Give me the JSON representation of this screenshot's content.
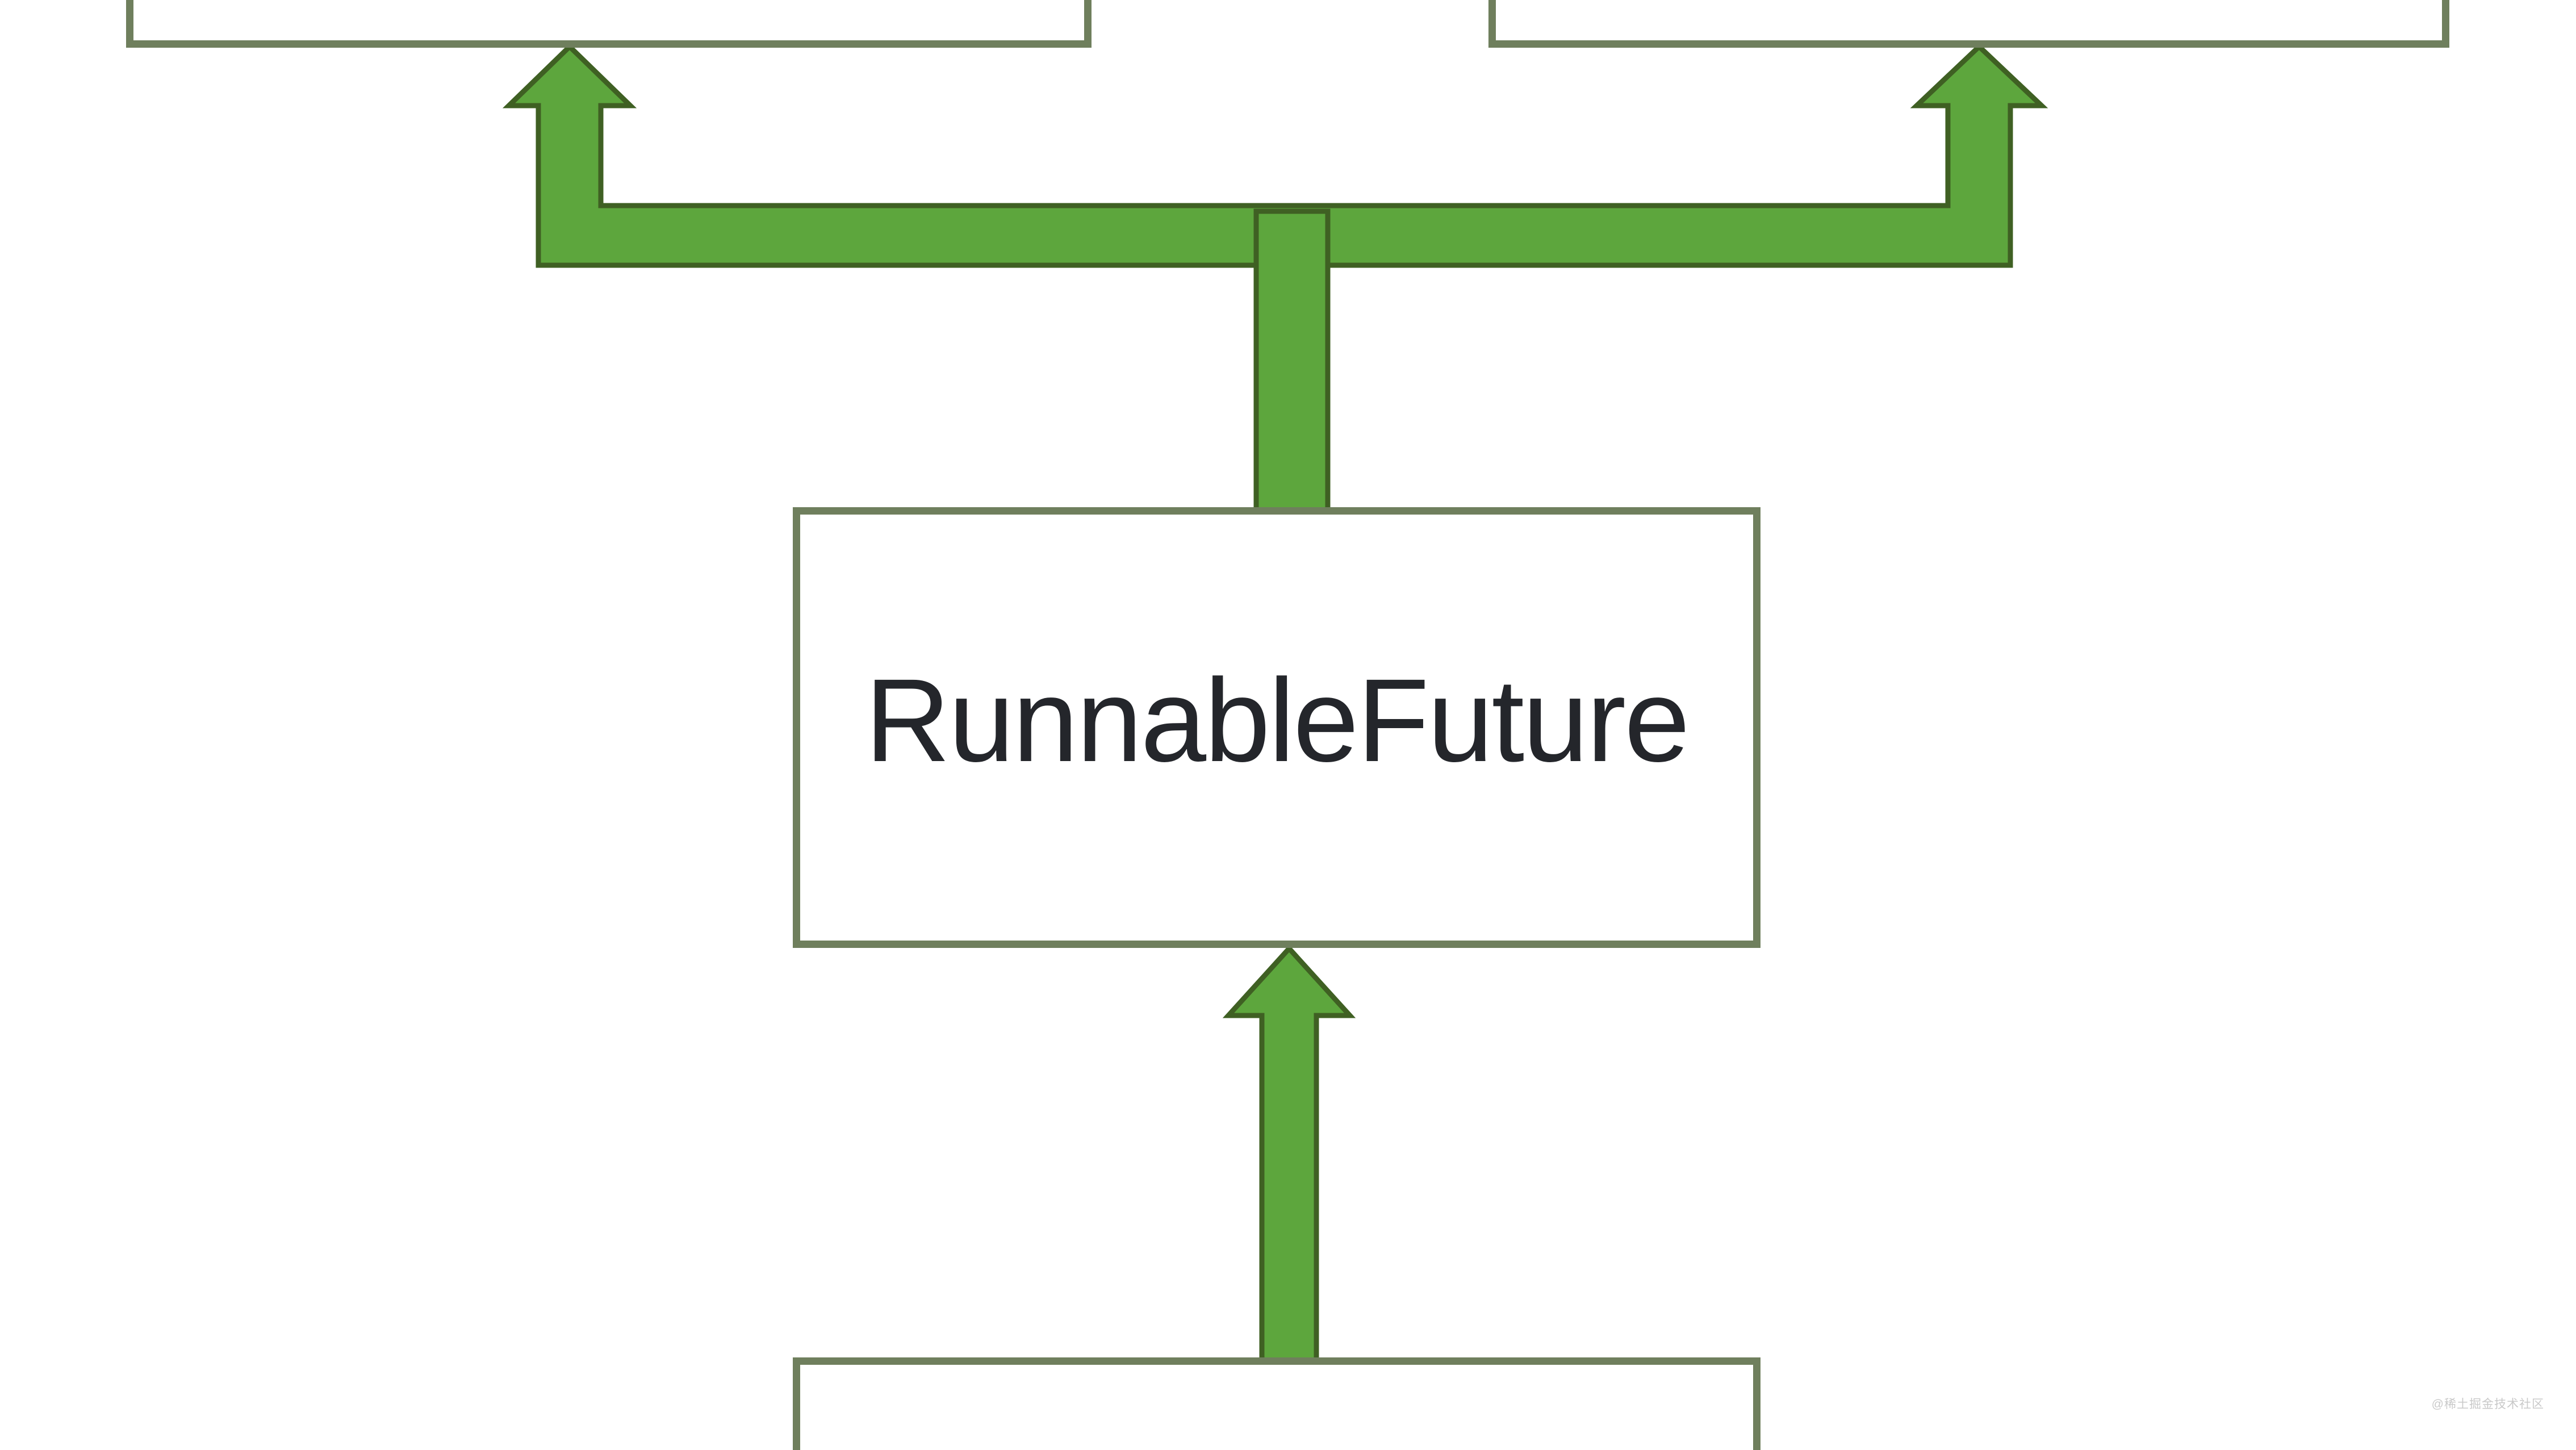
{
  "page": {
    "background_color": "#ffffff",
    "watermark": "@稀土掘金技术社区",
    "watermark_color": "#c9c9c9"
  },
  "diagram": {
    "type": "inheritance-diagram-fragment",
    "boxes": {
      "top_left": {
        "label": "",
        "cropped": "top edge of image"
      },
      "top_right": {
        "label": "",
        "cropped": "top edge of image"
      },
      "center": {
        "label": "RunnableFuture"
      },
      "bottom": {
        "label": "",
        "cropped": "bottom edge of image"
      }
    },
    "connectors": {
      "branch_arrow": "from center stem splitting into two up-arrows into top-left and top-right boxes",
      "bottom_arrow": "up-arrow from bottom box into center RunnableFuture box"
    },
    "colors": {
      "arrow_fill": "#5da63d",
      "arrow_outline": "#3f6023",
      "box_border": "#6f7f5d",
      "label_text": "#24262b"
    }
  }
}
